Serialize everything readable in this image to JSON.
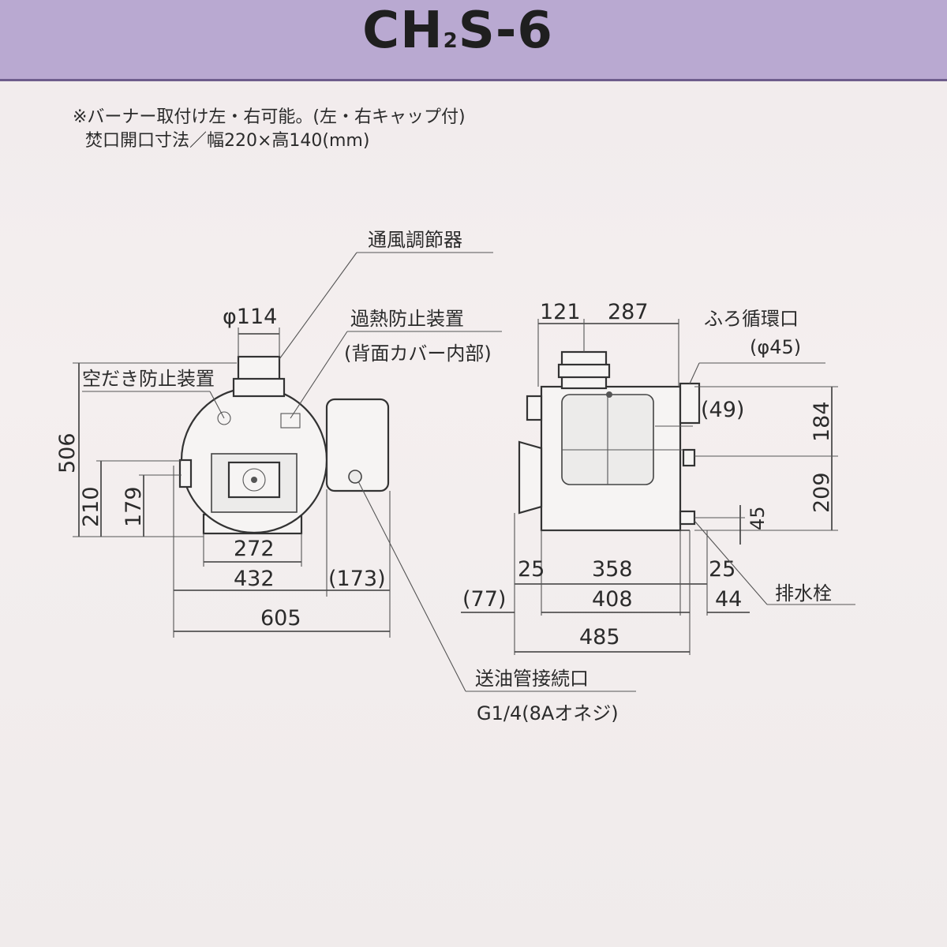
{
  "header": {
    "model_main": "CH",
    "model_sub": "2",
    "model_rest": "S-6",
    "band_color": "#b9a9d1"
  },
  "notes": {
    "line1": "※バーナー取付け左・右可能。(左・右キャップ付)",
    "line2": "焚口開口寸法／幅220×高140(mm)"
  },
  "front_view": {
    "labels": {
      "vent_regulator": "通風調節器",
      "overheat_device": "過熱防止装置",
      "overheat_note": "(背面カバー内部)",
      "dry_fire_device": "空だき防止装置",
      "oil_inlet": "送油管接続口",
      "oil_inlet_spec": "G1/4(8Aオネジ)"
    },
    "dims": {
      "vent_dia": "φ114",
      "height_total": "506",
      "height_210": "210",
      "height_179": "179",
      "width_272": "272",
      "width_432": "432",
      "width_173": "(173)",
      "width_605": "605"
    }
  },
  "side_view": {
    "labels": {
      "bath_circ": "ふろ循環口",
      "bath_circ_dia": "(φ45)",
      "drain": "排水栓"
    },
    "dims": {
      "d121": "121",
      "d287": "287",
      "d49": "(49)",
      "d184": "184",
      "d209": "209",
      "d45": "45",
      "d25a": "25",
      "d358": "358",
      "d25b": "25",
      "d77": "(77)",
      "d408": "408",
      "d44": "44",
      "d485": "485"
    }
  }
}
